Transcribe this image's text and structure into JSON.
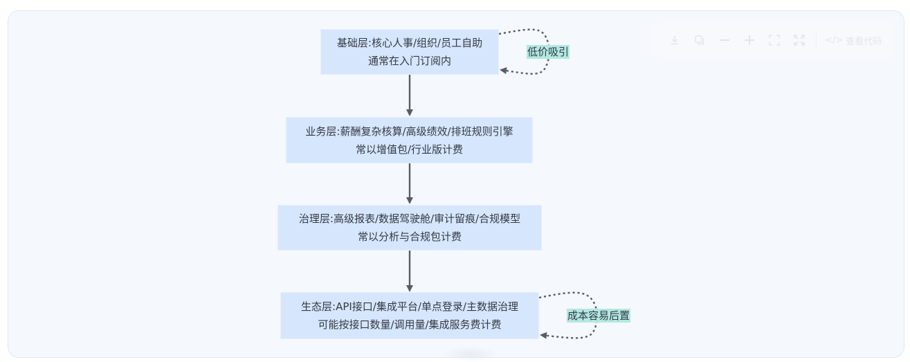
{
  "toolbar": {
    "buttons": [
      {
        "name": "download-button",
        "icon": "download-icon"
      },
      {
        "name": "copy-button",
        "icon": "copy-icon"
      },
      {
        "name": "zoom-out-button",
        "icon": "minus-icon"
      },
      {
        "name": "zoom-in-button",
        "icon": "plus-icon"
      },
      {
        "name": "fit-button",
        "icon": "fit-screen-icon"
      },
      {
        "name": "fullscreen-button",
        "icon": "fullscreen-icon"
      }
    ],
    "view_code_icon": "</>",
    "view_code_label": "查看代码"
  },
  "diagram": {
    "nodes": [
      {
        "id": "base",
        "line1": "基础层:核心人事/组织/员工自助",
        "line2": "通常在入门订阅内"
      },
      {
        "id": "business",
        "line1": "业务层:薪酬复杂核算/高级绩效/排班规则引擎",
        "line2": "常以增值包/行业版计费"
      },
      {
        "id": "governance",
        "line1": "治理层:高级报表/数据驾驶舱/审计留痕/合规模型",
        "line2": "常以分析与合规包计费"
      },
      {
        "id": "ecosystem",
        "line1": "生态层:API接口/集成平台/单点登录/主数据治理",
        "line2": "可能按接口数量/调用量/集成服务费计费"
      }
    ],
    "edges": [
      {
        "from": "base",
        "to": "business",
        "style": "solid"
      },
      {
        "from": "business",
        "to": "governance",
        "style": "solid"
      },
      {
        "from": "governance",
        "to": "ecosystem",
        "style": "solid"
      },
      {
        "from": "base",
        "to": "base",
        "style": "dotted",
        "label": "低价吸引"
      },
      {
        "from": "ecosystem",
        "to": "ecosystem",
        "style": "dotted",
        "label": "成本容易后置"
      }
    ],
    "colors": {
      "node_fill": "#d6e6fd",
      "edge": "#555d68",
      "label_bg": "#b3e8e2",
      "text": "#333a44"
    }
  }
}
